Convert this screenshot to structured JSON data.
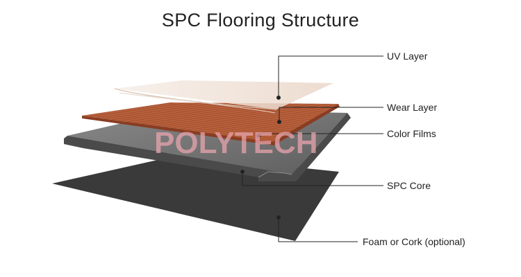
{
  "title": "SPC Flooring Structure",
  "watermark": "POLYTECH",
  "colors": {
    "uv_layer": "#efe3da",
    "wear_layer": "#b8613d",
    "spc_core": "#6f6f6f",
    "foam": "#3a3a3a",
    "leader": "#222222",
    "watermark": "#e8a4ad"
  },
  "layers": [
    {
      "id": "uv",
      "label": "UV Layer"
    },
    {
      "id": "wear",
      "label": "Wear Layer"
    },
    {
      "id": "color",
      "label": "Color Films"
    },
    {
      "id": "core",
      "label": "SPC Core"
    },
    {
      "id": "foam",
      "label": "Foam or Cork (optional)"
    }
  ]
}
